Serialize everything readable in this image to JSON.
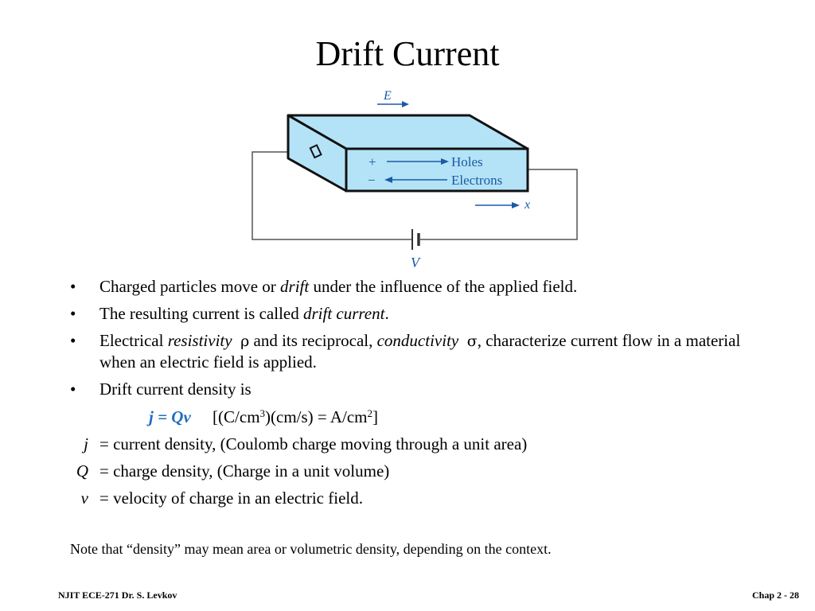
{
  "title": "Drift Current",
  "figure": {
    "field_label": "E",
    "plus": "+",
    "minus": "−",
    "holes": "Holes",
    "electrons": "Electrons",
    "x_label": "x",
    "v_label": "V",
    "bar_color": "#b4e3f7",
    "arrow_color": "#1a5aa6"
  },
  "bullets": {
    "b1": {
      "pre": "Charged particles move or ",
      "em": "drift",
      "post": " under the influence of the applied field."
    },
    "b2": {
      "pre": "The resulting current is called ",
      "em": "drift current",
      "post": "."
    },
    "b3": {
      "pre": "Electrical ",
      "em1": "resistivity",
      "rho": "ρ",
      "mid": " and its reciprocal, ",
      "em2": "conductivity",
      "sigma": "σ",
      "post": ", characterize current flow in a material when an electric field is applied."
    },
    "b4": {
      "text": "Drift current density is"
    },
    "bullet_char": "•"
  },
  "formula": {
    "main": "j = Qv",
    "u1": "[(C/cm",
    "u1sup": "3",
    "u2": ")(cm/s) = A/cm",
    "u2sup": "2",
    "u3": "]"
  },
  "definitions": {
    "j": {
      "sym": "j",
      "text": "= current density, (Coulomb charge moving through a unit area)"
    },
    "Q": {
      "sym": "Q",
      "text": "= charge density,  (Charge in a unit volume)"
    },
    "v": {
      "sym": "v",
      "text": "= velocity of charge in an electric field."
    }
  },
  "note": "Note that “density” may mean area or volumetric density, depending on the context.",
  "footer": {
    "left": "NJIT ECE-271 Dr. S. Levkov",
    "right": "Chap 2 - 28"
  }
}
